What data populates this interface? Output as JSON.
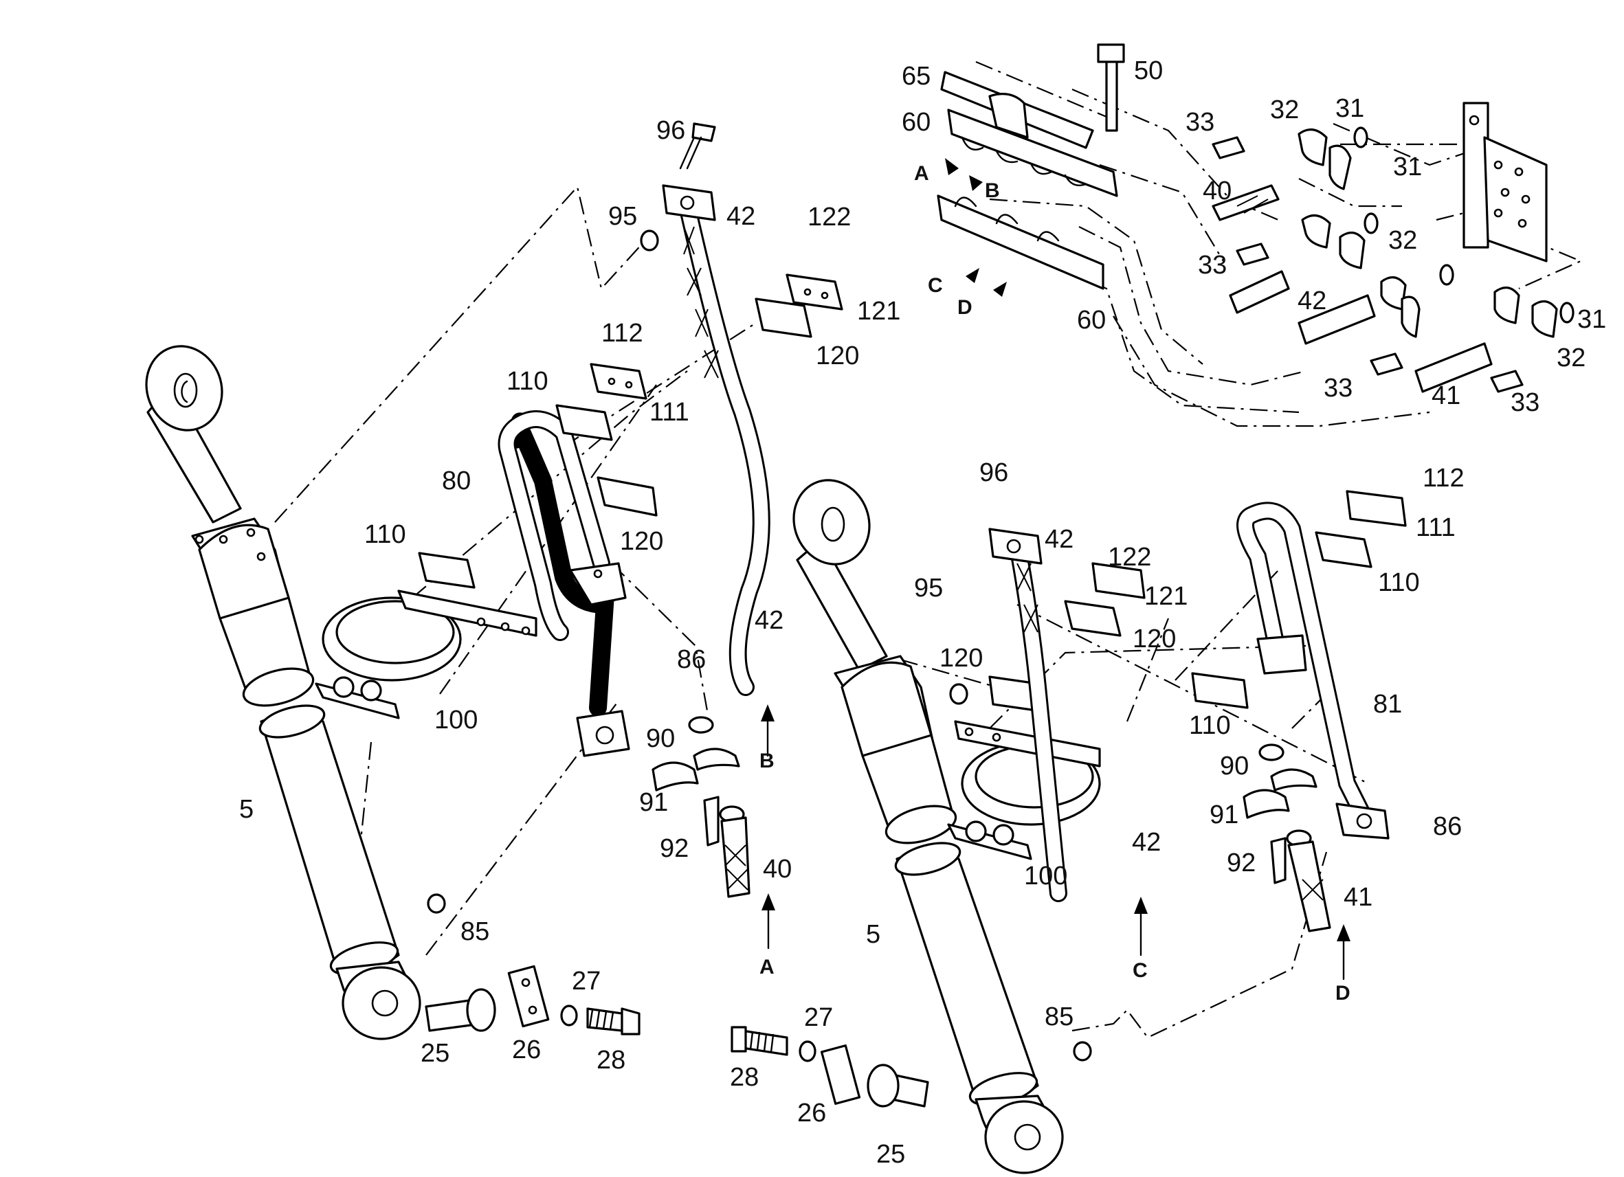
{
  "drawing": {
    "line_color": "#000000",
    "background": "#ffffff",
    "callouts": {
      "p5a": "5",
      "p5b": "5",
      "p25a": "25",
      "p25b": "25",
      "p26a": "26",
      "p26b": "26",
      "p27a": "27",
      "p27b": "27",
      "p28a": "28",
      "p28b": "28",
      "p31a": "31",
      "p31b": "31",
      "p31c": "31",
      "p32a": "32",
      "p32b": "32",
      "p32c": "32",
      "p33a": "33",
      "p33b": "33",
      "p33c": "33",
      "p33d": "33",
      "p40a": "40",
      "p40b": "40",
      "p41a": "41",
      "p41b": "41",
      "p42a": "42",
      "p42b": "42",
      "p42c": "42",
      "p42d": "42",
      "p42e": "42",
      "p50": "50",
      "p60a": "60",
      "p60b": "60",
      "p65": "65",
      "p80": "80",
      "p81": "81",
      "p85a": "85",
      "p85b": "85",
      "p86a": "86",
      "p86b": "86",
      "p90a": "90",
      "p90b": "90",
      "p91a": "91",
      "p91b": "91",
      "p92a": "92",
      "p92b": "92",
      "p95a": "95",
      "p95b": "95",
      "p96a": "96",
      "p96b": "96",
      "p100a": "100",
      "p100b": "100",
      "p110a": "110",
      "p110b": "110",
      "p110c": "110",
      "p110d": "110",
      "p111a": "111",
      "p111b": "111",
      "p112a": "112",
      "p112b": "112",
      "p120a": "120",
      "p120b": "120",
      "p120c": "120",
      "p120d": "120",
      "p121a": "121",
      "p121b": "121",
      "p122a": "122",
      "p122b": "122"
    },
    "flow_markers": {
      "A_left": "A",
      "B_left": "B",
      "C_left": "C",
      "D_left": "D",
      "A_top": "A",
      "B_top": "B",
      "C_top": "C",
      "D_top": "D"
    }
  }
}
